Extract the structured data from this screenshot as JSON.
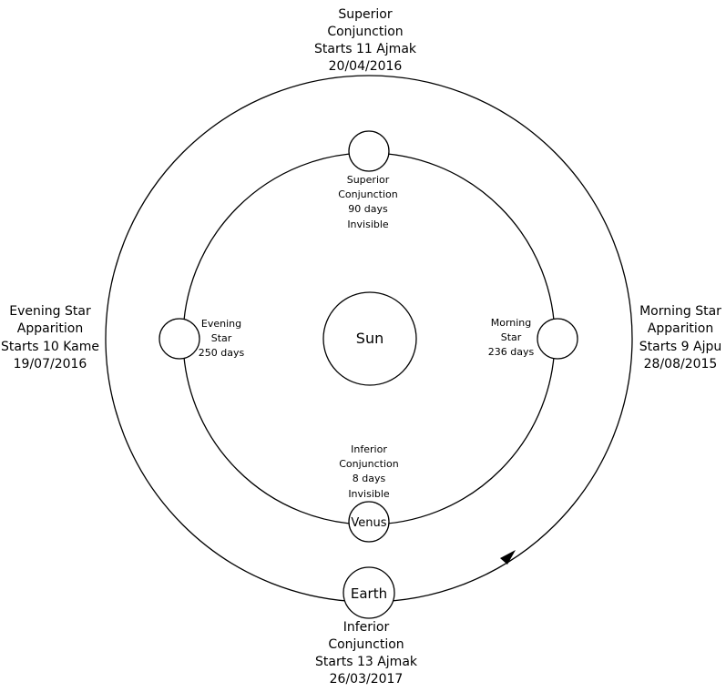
{
  "sun": {
    "label": "Sun"
  },
  "venus": {
    "label": "Venus"
  },
  "earth": {
    "label": "Earth"
  },
  "outer_labels": {
    "top": [
      "Superior",
      "Conjunction",
      "Starts 11 Ajmak",
      "20/04/2016"
    ],
    "left": [
      "Evening Star",
      "Apparition",
      "Starts 10 Kame",
      "19/07/2016"
    ],
    "right": [
      "Morning Star",
      "Apparition",
      "Starts 9 Ajpu",
      "28/08/2015"
    ],
    "bottom": [
      "Inferior",
      "Conjunction",
      "Starts 13 Ajmak",
      "26/03/2017"
    ]
  },
  "inner_labels": {
    "top": [
      "Superior",
      "Conjunction",
      "90 days",
      "Invisible"
    ],
    "left": [
      "Evening",
      "Star",
      "250 days"
    ],
    "right": [
      "Morning",
      "Star",
      "236 days"
    ],
    "bottom": [
      "Inferior",
      "Conjunction",
      "8 days",
      "Invisible"
    ]
  },
  "icons": {
    "direction": "arrowhead-icon"
  }
}
